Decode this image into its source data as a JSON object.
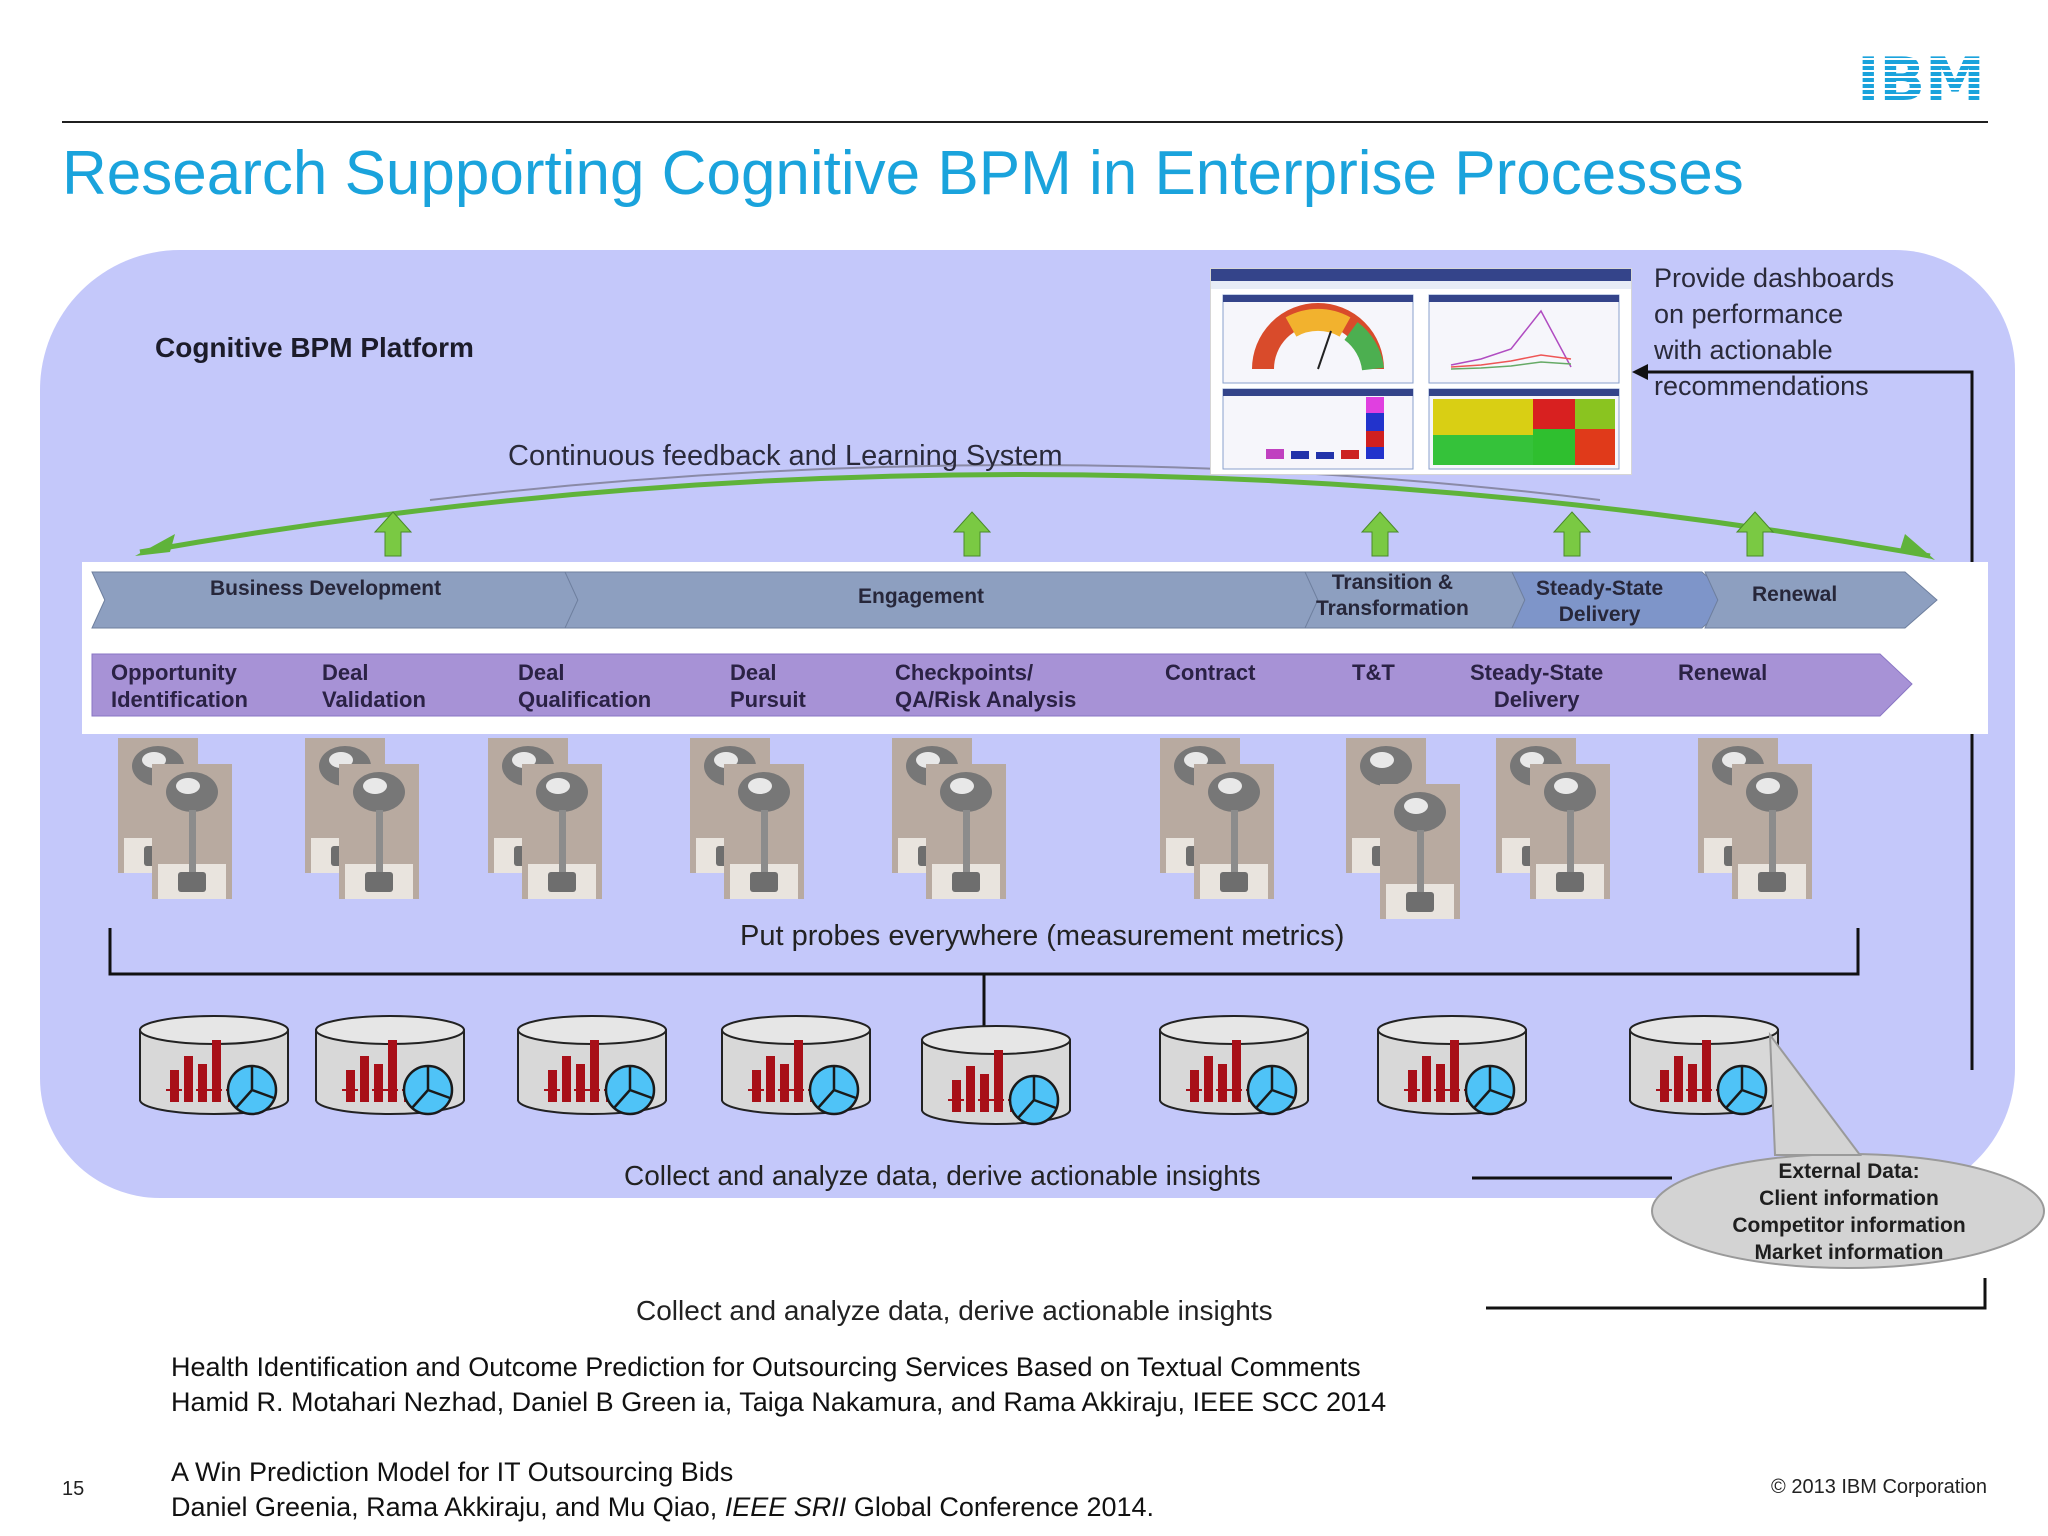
{
  "title": "Research Supporting Cognitive BPM in Enterprise Processes",
  "logo": {
    "text": "IBM",
    "color": "#1aa3dc"
  },
  "platform_label": "Cognitive  BPM Platform",
  "feedback_label": "Continuous  feedback  and Learning System",
  "dashboard_caption": [
    "Provide dashboards",
    "on performance",
    "with actionable",
    "recommendations"
  ],
  "phases": [
    {
      "label": "Business Development"
    },
    {
      "label": "Engagement"
    },
    {
      "label": "Transition &\nTransformation"
    },
    {
      "label": "Steady-State\nDelivery"
    },
    {
      "label": "Renewal"
    }
  ],
  "steps": [
    {
      "label": "Opportunity\nIdentification"
    },
    {
      "label": "Deal\nValidation"
    },
    {
      "label": "Deal\nQualification"
    },
    {
      "label": "Deal\nPursuit"
    },
    {
      "label": "Checkpoints/\nQA/Risk Analysis"
    },
    {
      "label": "Contract"
    },
    {
      "label": "T&T"
    },
    {
      "label": "Steady-State\nDelivery"
    },
    {
      "label": "Renewal"
    }
  ],
  "probes_label": "Put probes everywhere  (measurement  metrics)",
  "insights_inner": "Collect and analyze data, derive actionable insights",
  "insights_outer": "Collect and analyze data, derive actionable insights",
  "external_data": [
    "External Data:",
    "Client information",
    "Competitor information",
    "Market information"
  ],
  "references": [
    "Health Identification and Outcome Prediction for Outsourcing Services Based on Textual Comments",
    "Hamid R. Motahari Nezhad, Daniel B Green ia, Taiga Nakamura, and Rama Akkiraju, IEEE SCC 2014",
    "A Win Prediction Model for IT Outsourcing Bids",
    "Daniel Greenia, Rama Akkiraju, and Mu Qiao, ",
    "IEEE SRII",
    " Global Conference 2014."
  ],
  "page_number": "15",
  "copyright": "© 2013 IBM Corporation",
  "colors": {
    "title": "#1aa3dc",
    "panel": "#c4c8fa",
    "phase_arrow": "#8d9fc0",
    "step_arrow": "#a792d6",
    "up_arrow": "#7ac943",
    "feedback_arc": "#5fb33a"
  }
}
